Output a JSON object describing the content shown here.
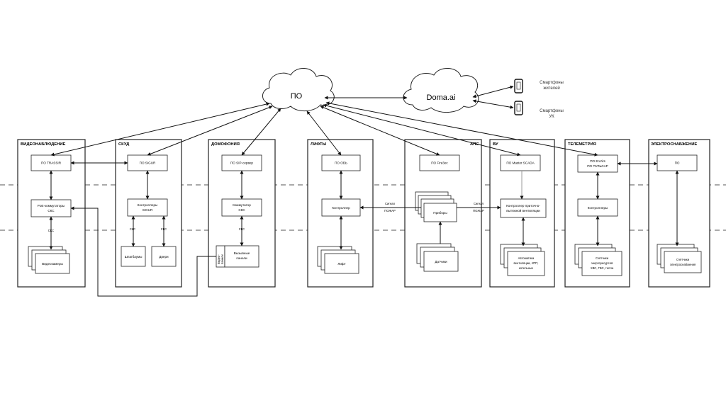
{
  "clouds": {
    "po": "ПО",
    "doma": "Doma.ai"
  },
  "phones": [
    {
      "l1": "Смартфоны",
      "l2": "жителей",
      "icon": "smartphone-icon"
    },
    {
      "l1": "Смартфоны",
      "l2": "УК",
      "icon": "smartphone-icon"
    }
  ],
  "sections": {
    "video": {
      "title": "ВИДЕОНАБЛЮДЕНИЕ",
      "po": "ПО TRASSIR",
      "sw1": "PoE-коммутаторы",
      "sw2": "СКС",
      "cks": "СКС",
      "dev": "Видеокамеры"
    },
    "skud": {
      "title": "СКУД",
      "po": "ПО SIGUR",
      "c1": "Контроллеры",
      "c2": "SIGUR",
      "cks1": "СКС",
      "cks2": "СКС",
      "d1": "Шлагбаумы",
      "d2": "Двери"
    },
    "domo": {
      "title": "ДОМОФОНИЯ",
      "po": "ПО SIP-сервер",
      "c1": "Коммутатор",
      "c2": "СКС",
      "cks": "СКС",
      "v1": "Видео-",
      "v2": "панели",
      "p1": "Вызывные",
      "p2": "панели"
    },
    "lifts": {
      "title": "ЛИФТЫ",
      "po": "ПО ОБЬ",
      "ctrl": "Контроллер",
      "dev": "Лифт"
    },
    "aps": {
      "title": "АПС",
      "po": "ПО Fire3ec",
      "dev": "Приборы",
      "sens": "Датчики"
    },
    "vu": {
      "title": "ВУ",
      "po": "ПО Master SCADA",
      "c1": "Контроллер приточно-",
      "c2": "вытяжной вентиляции",
      "a1": "Автоматика",
      "a2": "вентиляции, ИТП,",
      "a3": "котельных"
    },
    "tele": {
      "title": "ТЕЛЕМЕТРИЯ",
      "po1": "ПО EnVirs",
      "po2": "ПО ПУЛЬСАР",
      "ctrl": "Контроллеры",
      "m1": "Счётчики",
      "m2": "энергоресурсов",
      "m3": "ХВС, ГВС, тепла"
    },
    "power": {
      "title": "ЭЛЕКТРОСНАБЖЕНИЕ",
      "po": "ПО",
      "m1": "Счётчики",
      "m2": "электроснабжения"
    }
  },
  "signals": [
    {
      "l1": "Сигнал",
      "l2": "ПОЖАР"
    },
    {
      "l1": "Сигнал",
      "l2": "ПОЖАР"
    }
  ]
}
